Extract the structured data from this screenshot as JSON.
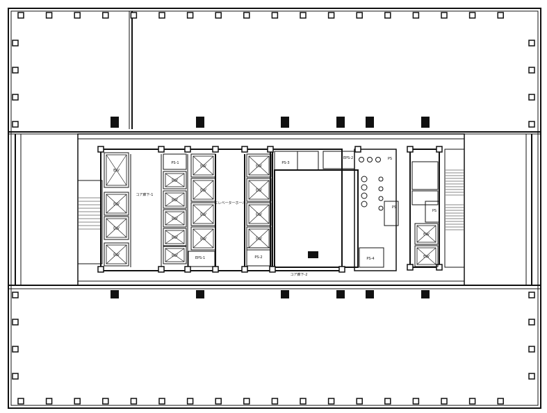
{
  "title": "Typical office floor plan",
  "labels": {
    "core_corridor_1": "コア廊下-1",
    "core_corridor_2": "コア廊下-2",
    "elevator_hall": "エレベーターホール",
    "ps1": "PS-1",
    "ps2": "PS-2",
    "ps3": "PS-3",
    "ps4": "PS-4",
    "eps1": "EPS-1",
    "eps2": "EPS-2",
    "ps_small_a": "PS",
    "ps_small_b": "PS",
    "ps_small_c": "PS",
    "elv": "ELV"
  }
}
